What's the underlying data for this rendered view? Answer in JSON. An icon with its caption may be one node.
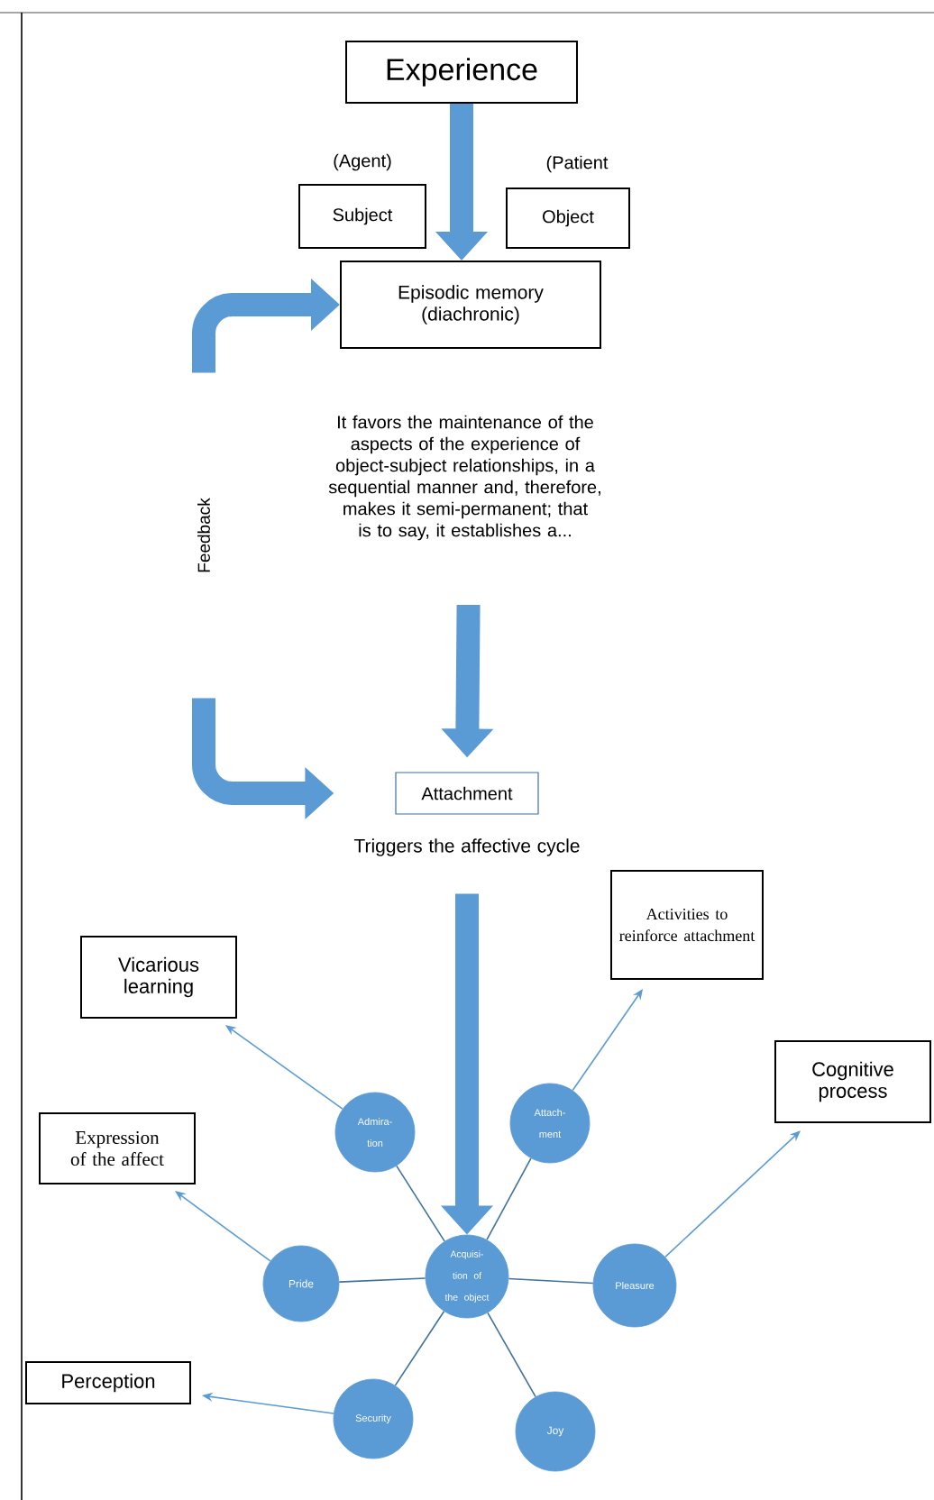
{
  "diagram": {
    "nodes": [
      {
        "text": [
          "Experience"
        ]
      },
      {
        "text": [
          "Subject"
        ],
        "beside": [
          "(Agent)"
        ]
      },
      {
        "text": [
          "Object"
        ],
        "beside": [
          "(Patient"
        ]
      },
      {
        "text": [
          "Episodic memory (diachronic)"
        ],
        "beside": [
          "It favors the maintenance of the aspects of the experience of object-subject relationships, in a sequential manner and, therefore, makes it semi-permanent; that is to say, it establishes a..."
        ]
      },
      {
        "text": [
          "Feedback"
        ]
      },
      {
        "text": [
          "Attachment"
        ],
        "beside": [
          "Triggers the affective cycle"
        ]
      },
      {
        "text": [
          "Activities to reinforce attachment"
        ]
      },
      {
        "text": [
          "Vicarious learning"
        ]
      },
      {
        "text": [
          "Cognitive process"
        ]
      },
      {
        "text": [
          "Expression of the affect"
        ]
      },
      {
        "text": [
          "Attach- ment"
        ]
      },
      {
        "text": [
          "Admira- tion"
        ]
      },
      {
        "text": [
          "Acquisi- tion of the object"
        ]
      },
      {
        "text": [
          "Pride"
        ]
      },
      {
        "text": [
          "Pleasure"
        ]
      },
      {
        "text": [
          "Perception"
        ]
      },
      {
        "text": [
          "Security"
        ]
      },
      {
        "text": [
          "Joy"
        ]
      }
    ],
    "edges": [
      {
        "from": 0,
        "to": 3,
        "arrow": "to",
        "style": "thick"
      },
      {
        "from": 4,
        "to": 3,
        "arrow": "to",
        "style": "thick"
      },
      {
        "from": 3,
        "to": 5,
        "arrow": "to",
        "style": "thick"
      },
      {
        "from": 4,
        "to": 5,
        "arrow": "to",
        "style": "thick"
      },
      {
        "from": 5,
        "to": 12,
        "arrow": "to",
        "style": "thick"
      },
      {
        "from": 11,
        "to": 7,
        "arrow": "to"
      },
      {
        "from": 10,
        "to": 6,
        "arrow": "to"
      },
      {
        "from": 14,
        "to": 8,
        "arrow": "to"
      },
      {
        "from": 13,
        "to": 9,
        "arrow": "to"
      },
      {
        "from": 16,
        "to": 15,
        "arrow": "to"
      },
      {
        "from": 12,
        "to": 11,
        "arrow": "none",
        "color": "#41719c"
      },
      {
        "from": 12,
        "to": 10,
        "arrow": "none",
        "color": "#41719c"
      },
      {
        "from": 12,
        "to": 13,
        "arrow": "none",
        "color": "#41719c"
      },
      {
        "from": 12,
        "to": 14,
        "arrow": "none",
        "color": "#41719c"
      },
      {
        "from": 12,
        "to": 16,
        "arrow": "none",
        "color": "#41719c"
      },
      {
        "from": 12,
        "to": 17,
        "arrow": "none",
        "color": "#41719c"
      }
    ]
  }
}
